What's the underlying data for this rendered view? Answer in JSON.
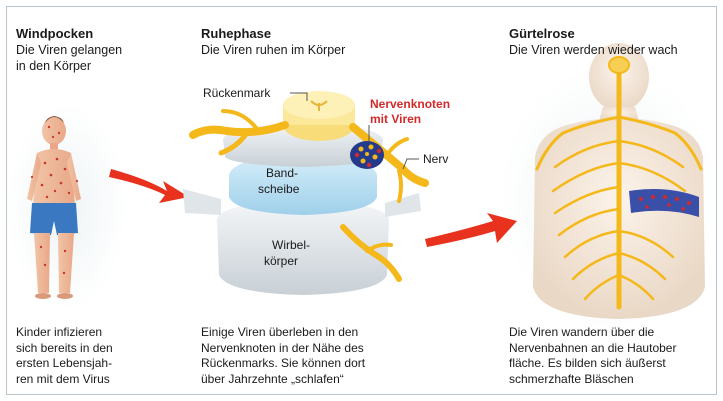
{
  "panels": [
    {
      "title": "Windpocken",
      "subtitle_lines": [
        "Die Viren gelangen",
        "in den Körper"
      ],
      "caption_lines": [
        "Kinder  infizieren",
        "sich bereits in den",
        "ersten Lebensjah-",
        "ren mit dem Virus"
      ]
    },
    {
      "title": "Ruhephase",
      "subtitle_lines": [
        "Die Viren ruhen im Körper"
      ],
      "caption_lines": [
        "Einige Viren überleben in den",
        "Nervenknoten in der Nähe des",
        "Rückenmarks. Sie können dort",
        "über Jahrzehnte „schlafen“"
      ]
    },
    {
      "title": "Gürtelrose",
      "subtitle_lines": [
        "Die Viren werden wieder wach"
      ],
      "caption_lines": [
        "Die Viren wandern über die",
        "Nervenbahnen an die Hautober",
        "fläche. Es bilden sich äußerst",
        "schmerzhafte Bläschen"
      ]
    }
  ],
  "labels": {
    "rueckenmark": "Rückenmark",
    "nervenknoten": [
      "Nervenknoten",
      "mit Viren"
    ],
    "nerv": "Nerv",
    "bandscheibe": [
      "Band-",
      "scheibe"
    ],
    "wirbelkoerper": [
      "Wirbel-",
      "körper"
    ]
  },
  "colors": {
    "arrow": "#e8321e",
    "nerve": "#f5b81a",
    "virus_red": "#d22a2a",
    "disc_blue": "#bfe3f4"
  }
}
